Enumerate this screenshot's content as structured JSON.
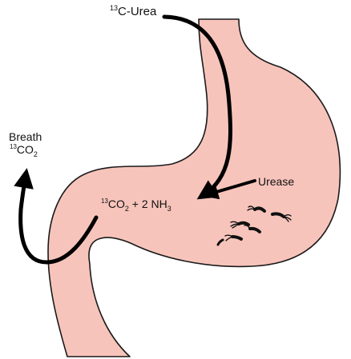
{
  "labels": {
    "urea_sup": "13",
    "urea_text": "C-Urea",
    "breath_title": "Breath",
    "breath_sup": "13",
    "breath_co": "CO",
    "breath_sub": "2",
    "urease": "Urease",
    "prod_sup": "13",
    "prod_co": "CO",
    "prod_sub2": "2",
    "prod_mid": " + 2 NH",
    "prod_sub3": "3"
  },
  "colors": {
    "stomach_fill": "#f7c4bb",
    "outline": "#1a1a1a",
    "arrow": "#000000",
    "bacteria": "#111111"
  },
  "icons": {
    "bacteria": "h-pylori-bacteria-icon"
  }
}
